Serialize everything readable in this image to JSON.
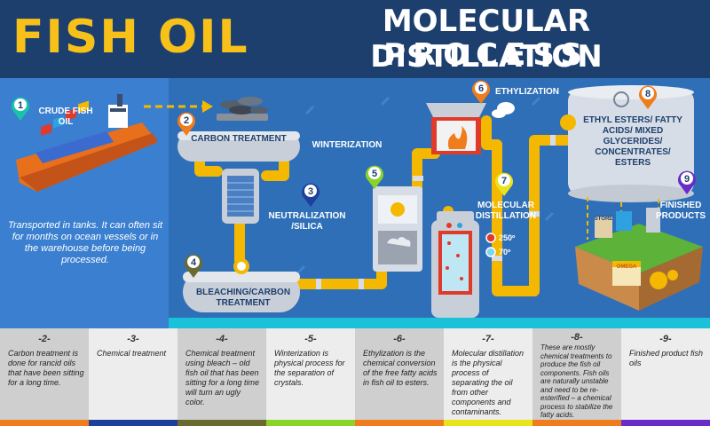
{
  "header": {
    "title_left": "FISH OIL",
    "title_right_line1": "MOLECULAR DISTILLATION",
    "title_right_line2": "PROCESS"
  },
  "colors": {
    "header_bg": "#1d3f6e",
    "title_yellow": "#f7c11a",
    "scene_bg": "#2f6fb8",
    "pipe": "#f5b800",
    "cyan": "#19c2d8"
  },
  "steps": [
    {
      "number": "1",
      "label": "CRUDE FISH OIL",
      "color": "#19c2a8"
    },
    {
      "number": "2",
      "label": "CARBON TREATMENT",
      "color": "#f07c1e"
    },
    {
      "number": "3",
      "label": "NEUTRALIZATION /SILICA",
      "color": "#1e3f9c"
    },
    {
      "number": "4",
      "label": "BLEACHING/CARBON TREATMENT",
      "color": "#6b6a2e"
    },
    {
      "number": "5",
      "label": "WINTERIZATION",
      "color": "#8ad42a"
    },
    {
      "number": "6",
      "label": "ETHYLIZATION",
      "color": "#f07c1e"
    },
    {
      "number": "7",
      "label": "MOLECULAR DISTILLATION",
      "color": "#e8e41c"
    },
    {
      "number": "8",
      "label": "ETHYL ESTERS/ FATTY ACIDS/ MIXED GLYCERIDES/ CONCENTRATES/ ESTERS",
      "color": "#f07c1e"
    },
    {
      "number": "9",
      "label": "FINISHED PRODUCTS",
      "color": "#6a2cc9"
    }
  ],
  "transport_note": "Transported in tanks. It can often sit for months on ocean vessels or in the warehouse before being processed.",
  "temps": [
    "250º",
    "70º"
  ],
  "product_label": "OMEGA",
  "store_label": "STORE",
  "descriptions": [
    {
      "num": "-2-",
      "text": "Carbon treatment is done for rancid oils that have been sitting for a long time.",
      "bg": "#cfcfcf",
      "bar": "#f07c1e"
    },
    {
      "num": "-3-",
      "text": "Chemical treatment",
      "bg": "#ededed",
      "bar": "#1e3f9c"
    },
    {
      "num": "-4-",
      "text": "Chemical treatment using bleach – old fish oil that has been sitting for a long time will turn an ugly color.",
      "bg": "#cfcfcf",
      "bar": "#6b6a2e"
    },
    {
      "num": "-5-",
      "text": "Winterization is physical process for the separation of crystals.",
      "bg": "#ededed",
      "bar": "#8ad42a"
    },
    {
      "num": "-6-",
      "text": "Ethylization is the chemical conversion of the free fatty acids in fish oil to esters.",
      "bg": "#cfcfcf",
      "bar": "#f07c1e"
    },
    {
      "num": "-7-",
      "text": "Molecular distillation is the physical process of separating the oil from other components and contaminants.",
      "bg": "#ededed",
      "bar": "#e8e41c"
    },
    {
      "num": "-8-",
      "text": "These are mostly chemical treatments to produce the fish oil components. Fish oils are naturally unstable and need to be re-esterified – a chemical process to stabilize the fatty acids.",
      "bg": "#cfcfcf",
      "bar": "#f07c1e"
    },
    {
      "num": "-9-",
      "text": "Finished product fish oils",
      "bg": "#ededed",
      "bar": "#6a2cc9"
    }
  ]
}
